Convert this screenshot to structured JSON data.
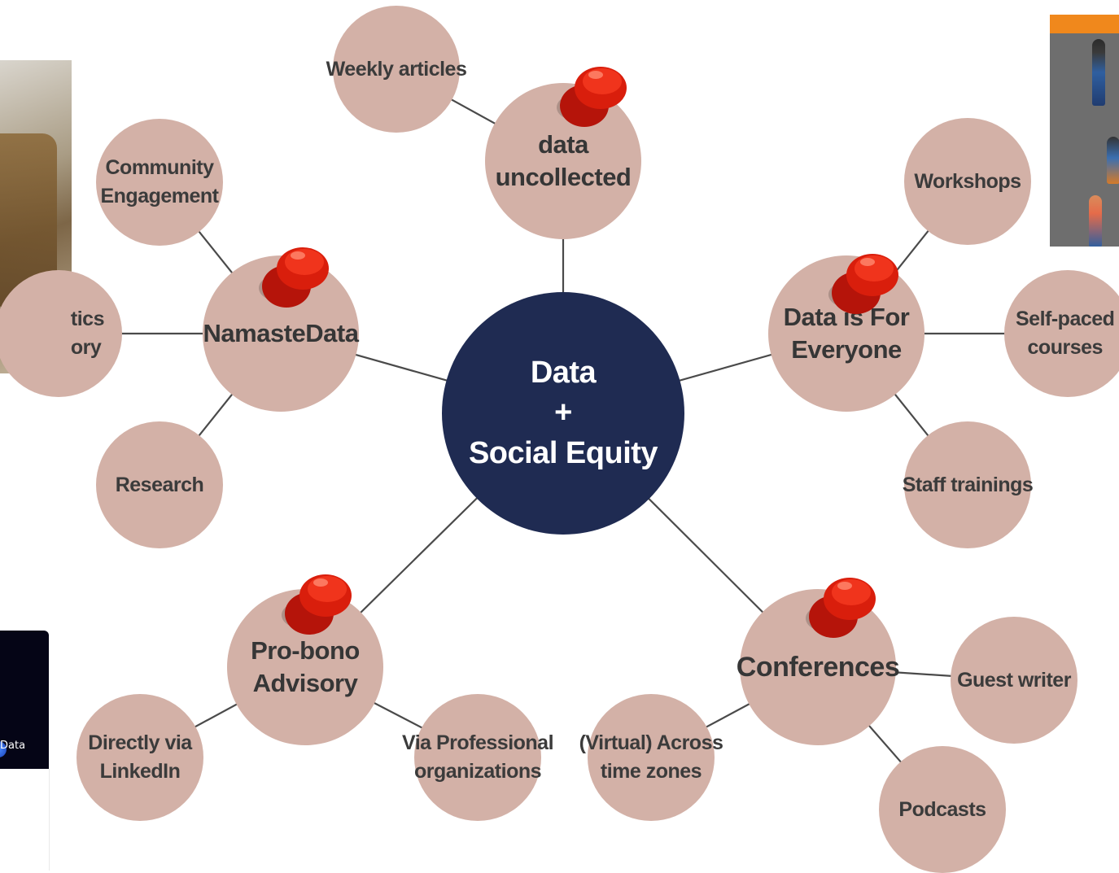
{
  "diagram": {
    "center": {
      "line1": "Data",
      "line2": "+",
      "line3": "Social Equity"
    },
    "hubs": {
      "data_uncollected": "data\nuncollected",
      "namastedata": "NamasteData",
      "data_for_everyone": "Data is For\nEveryone",
      "pro_bono": "Pro-bono\nAdvisory",
      "conferences": "Conferences"
    },
    "leaves": {
      "weekly_articles": "Weekly articles",
      "community_engagement": "Community\nEngagement",
      "analytics_history": "tics\nory",
      "research": "Research",
      "workshops": "Workshops",
      "self_paced": "Self-paced\ncourses",
      "staff_trainings": "Staff trainings",
      "guest_writer": "Guest writer",
      "podcasts": "Podcasts",
      "virtual_across": "(Virtual) Across\ntime zones",
      "via_professional": "Via Professional\norganizations",
      "directly_linkedin": "Directly via\nLinkedIn"
    }
  },
  "overlays": {
    "card_left_text": "Data"
  },
  "colors": {
    "node_fill": "#d3b1a7",
    "center_fill": "#1f2b52",
    "pin_red": "#d91e0c",
    "line": "#4a4a4a"
  }
}
